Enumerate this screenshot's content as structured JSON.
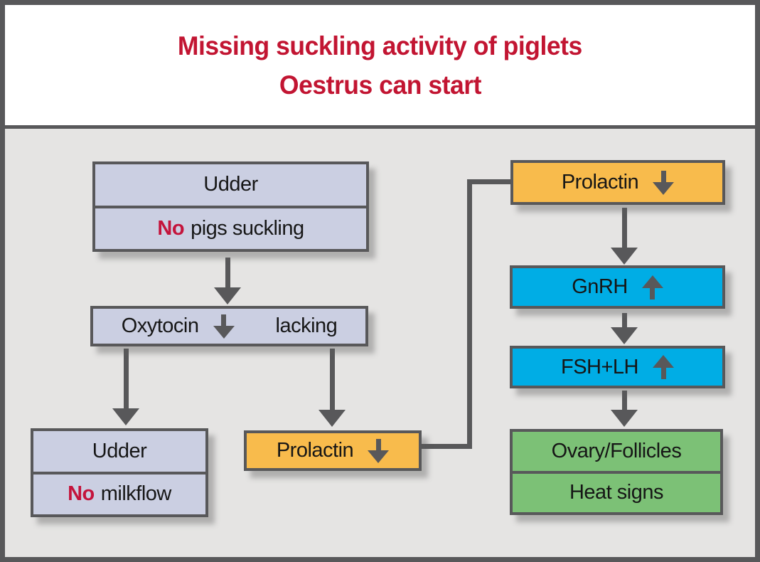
{
  "header": {
    "title_line1": "Missing suckling activity of piglets",
    "title_line2": "Oestrus can start"
  },
  "nodes": {
    "udder_suckling": {
      "row1": "Udder",
      "row2_no": "No",
      "row2_rest": "pigs suckling"
    },
    "oxytocin": {
      "label": "Oxytocin",
      "suffix": "lacking",
      "arrow_icon": "down-arrow"
    },
    "udder_milkflow": {
      "row1": "Udder",
      "row2_no": "No",
      "row2_rest": "milkflow"
    },
    "prolactin_lower": {
      "label": "Prolactin",
      "arrow_icon": "down-arrow"
    },
    "prolactin_upper": {
      "label": "Prolactin",
      "arrow_icon": "down-arrow"
    },
    "gnrh": {
      "label": "GnRH",
      "arrow_icon": "up-arrow"
    },
    "fsh_lh": {
      "label": "FSH+LH",
      "arrow_icon": "up-arrow"
    },
    "ovary_follicles": {
      "row1": "Ovary/Follicles",
      "row2": "Heat signs"
    }
  },
  "colors": {
    "title_red": "#C21532",
    "accent_red": "#C4143C",
    "lavender": "#CBCFE2",
    "orange": "#F8BB4C",
    "blue": "#00ADE5",
    "green": "#7CC176",
    "border_gray": "#58585A",
    "canvas_gray": "#E5E4E3"
  }
}
